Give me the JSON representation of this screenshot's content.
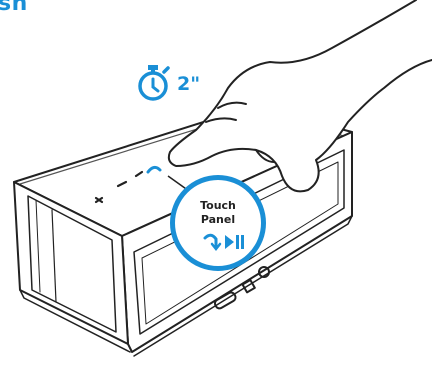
{
  "header": {
    "title_fragment": "sn"
  },
  "timer": {
    "icon": "stopwatch-icon",
    "duration_label": "2\""
  },
  "callout": {
    "title_line1": "Touch",
    "title_line2": "Panel",
    "icons": [
      "reply-arrow-icon",
      "play-pause-icon"
    ]
  },
  "colors": {
    "accent": "#1a8fd6",
    "ink": "#222222",
    "callout_fill": "#ffffff"
  }
}
